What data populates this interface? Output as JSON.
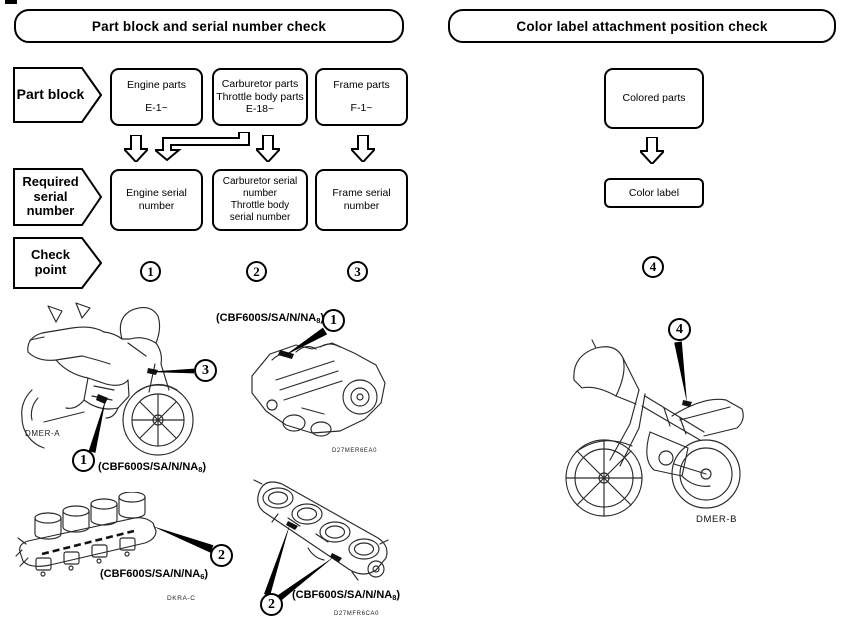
{
  "colors": {
    "ink": "#000000",
    "paper": "#ffffff"
  },
  "left_flow": {
    "header": "Part block and serial number check",
    "part_block_label": "Part block",
    "required_label_lines": [
      "Required",
      "serial",
      "number"
    ],
    "check_label_lines": [
      "Check",
      "point"
    ],
    "row1_boxes": [
      {
        "line1": "Engine parts",
        "line2": "E-1~"
      },
      {
        "line1": "Carburetor parts",
        "line2": "Throttle body parts",
        "line3": "E-18~"
      },
      {
        "line1": "Frame parts",
        "line2": "F-1~"
      }
    ],
    "row2_boxes": [
      {
        "line1": "Engine serial",
        "line2": "number"
      },
      {
        "line1": "Carburetor serial",
        "line2": "number",
        "line3": "Throttle body",
        "line4": "serial number"
      },
      {
        "line1": "Frame serial",
        "line2": "number"
      }
    ],
    "checkpoints": [
      "1",
      "2",
      "3"
    ]
  },
  "right_flow": {
    "header": "Color label attachment position check",
    "colored_parts_label": "Colored parts",
    "color_label_label": "Color label",
    "checkpoint": "4"
  },
  "illustrations": {
    "moto_a": {
      "drawing_code": "DMER-A",
      "model_main": "(CBF600S/SA/N/NA",
      "model_sub": "8",
      "model_close": ")",
      "callout_engine": "1",
      "callout_frame": "3"
    },
    "engine": {
      "drawing_code": "D27MER6EA0",
      "model_main": "(CBF600S/SA/N/NA",
      "model_sub": "8",
      "model_close": ")",
      "callout": "1"
    },
    "carburetor": {
      "drawing_code": "DKRA-C",
      "model_main": "(CBF600S/SA/N/NA",
      "model_sub": "6",
      "model_close": ")",
      "callout": "2"
    },
    "throttle_body": {
      "drawing_code": "D27MFR6CA0",
      "model_main": "(CBF600S/SA/N/NA",
      "model_sub": "8",
      "model_close": ")",
      "callout": "2"
    },
    "moto_b": {
      "drawing_code": "DMER-B",
      "callout": "4"
    }
  }
}
